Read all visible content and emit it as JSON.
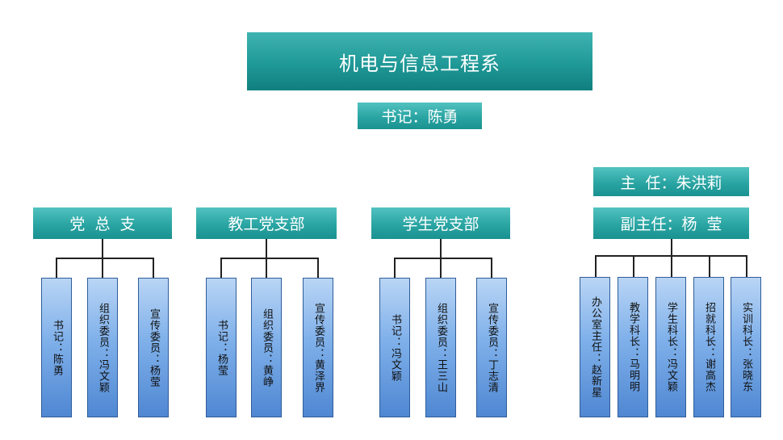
{
  "top": {
    "title": "机电与信息工程系",
    "secretary": "书记：陈勇"
  },
  "groups": [
    {
      "name": "党  总  支",
      "members": [
        "书记：陈勇",
        "组织委员：冯文颖",
        "宣传委员：杨莹"
      ]
    },
    {
      "name": "教工党支部",
      "members": [
        "书记：杨莹",
        "组织委员：黄峥",
        "宣传委员：黄泽界"
      ]
    },
    {
      "name": "学生党支部",
      "members": [
        "书记：冯文颖",
        "组织委员：王三山",
        "宣传委员：丁志清"
      ]
    }
  ],
  "office": {
    "director": "主  任：朱洪莉",
    "deputy": "副主任：杨  莹",
    "members": [
      "办公室主任：赵新星",
      "教学科长：马明明",
      "学生科长：冯文颖",
      "招就科长：谢高杰",
      "实训科长：张晓东"
    ]
  }
}
